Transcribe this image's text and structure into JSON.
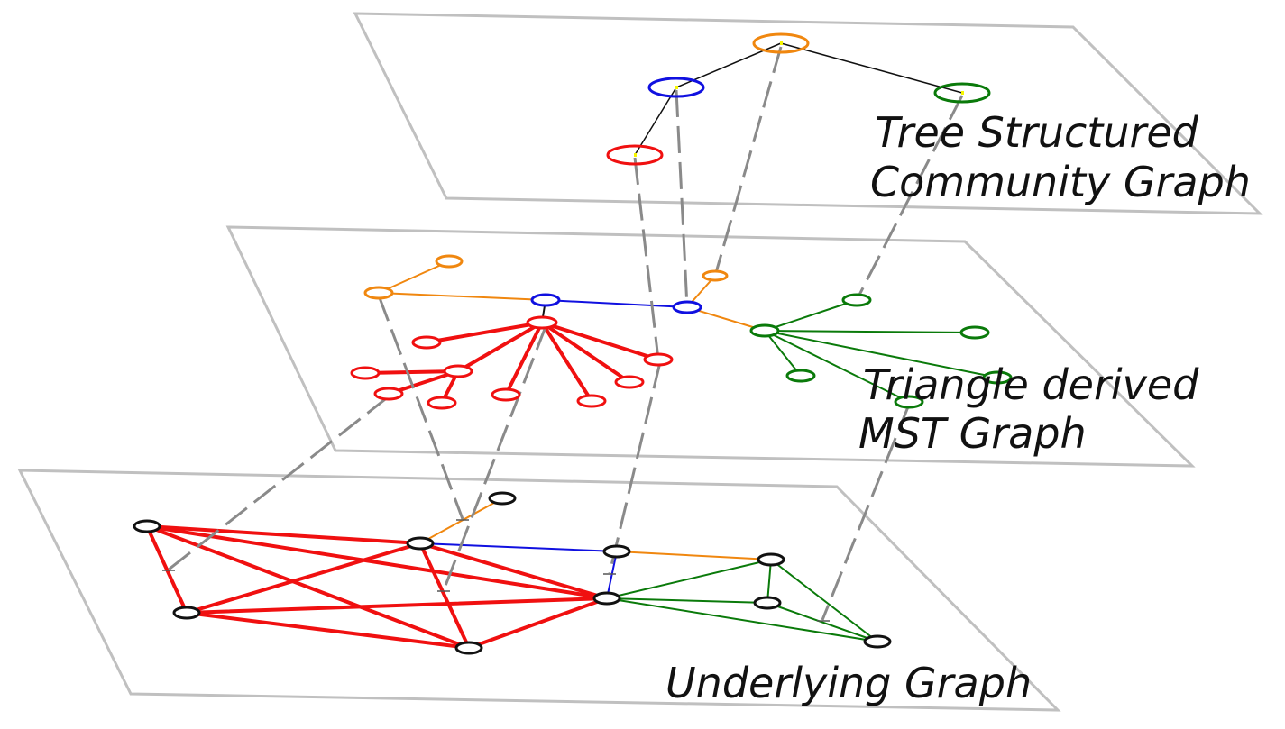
{
  "labels": {
    "tree_line1": "Tree Structured",
    "tree_line2": "Community Graph",
    "mst_line1": "Triangle derived",
    "mst_line2": "MST Graph",
    "underlying": "Underlying Graph"
  },
  "colors": {
    "plane_border": "#c0c0c0",
    "orange": "#f0870f",
    "blue": "#1010e0",
    "green": "#0a7a0a",
    "red": "#f01010",
    "black": "#111111",
    "connector": "#8a8a8a",
    "center_dot": "#f7f700"
  }
}
